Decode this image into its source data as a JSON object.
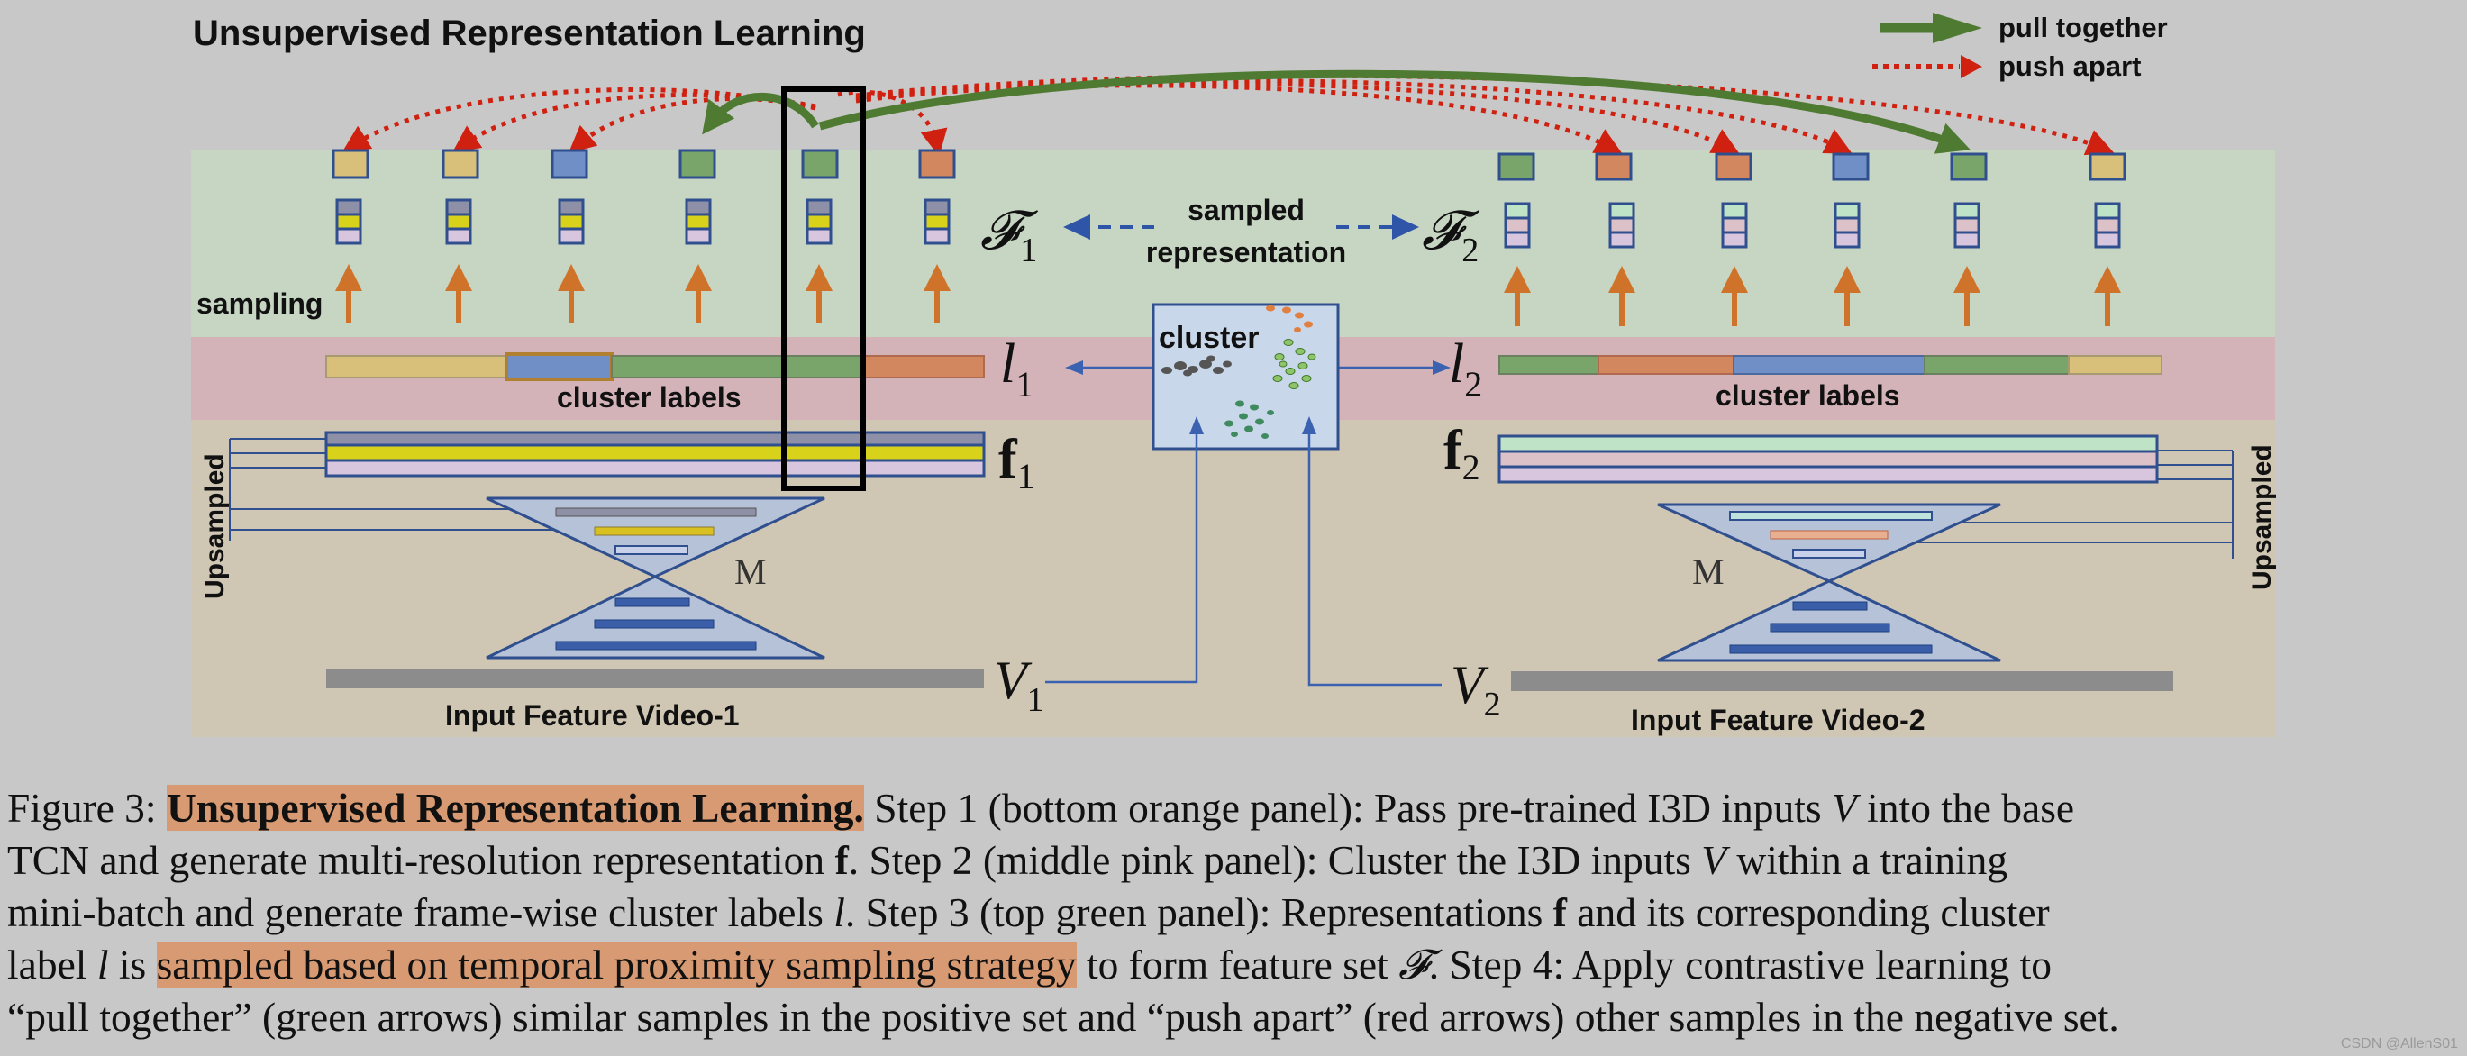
{
  "figure": {
    "title": "Unsupervised Representation Learning",
    "legend": {
      "pull": "pull together",
      "push": "push apart"
    },
    "sampling_label": "sampling",
    "sampled_rep_line1": "sampled",
    "sampled_rep_line2": "representation",
    "cluster_title": "cluster",
    "cluster_labels_1": "cluster labels",
    "cluster_labels_2": "cluster labels",
    "upsampled_left": "Upsampled",
    "upsampled_right": "Upsampled",
    "model_label_1": "M",
    "model_label_2": "M",
    "input_label_1": "Input Feature Video-1",
    "input_label_2": "Input Feature Video-2",
    "sym_F1": "𝓕",
    "sym_F1_sub": "1",
    "sym_F2": "𝓕",
    "sym_F2_sub": "2",
    "sym_l1": "l",
    "sym_l1_sub": "1",
    "sym_l2": "l",
    "sym_l2_sub": "2",
    "sym_f1": "f",
    "sym_f1_sub": "1",
    "sym_f2": "f",
    "sym_f2_sub": "2",
    "sym_V1": "V",
    "sym_V1_sub": "1",
    "sym_V2": "V",
    "sym_V2_sub": "2"
  },
  "caption": {
    "l1_pre": "Figure 3: ",
    "l1_hl": "Unsupervised Representation Learning.",
    "l1_post1": " Step 1 (bottom orange panel): Pass pre-trained I3D inputs ",
    "l1_V": "V",
    "l1_post2": " into the base",
    "l2_a": "TCN and generate multi-resolution representation ",
    "l2_f": "f",
    "l2_b": ". Step 2 (middle pink panel): Cluster the I3D inputs ",
    "l2_V": "V",
    "l2_c": " within a training",
    "l3_a": "mini-batch and generate frame-wise cluster labels ",
    "l3_l": "l",
    "l3_b": ". Step 3 (top green panel): Representations ",
    "l3_f": "f",
    "l3_c": " and its corresponding cluster",
    "l4_a": "label ",
    "l4_l": "l",
    "l4_b": " is ",
    "l4_hl": "sampled based on temporal proximity sampling strategy",
    "l4_c": " to form feature set ",
    "l4_F": "𝓕",
    "l4_d": ". Step 4: Apply contrastive learning to",
    "l5": "“pull together” (green arrows) similar samples in the positive set and “push apart” (red arrows) other samples in the negative set."
  },
  "watermark": "CSDN @AllenS01",
  "colors": {
    "panel_green": "#c7d6c3",
    "panel_pink": "#d3b3b8",
    "panel_orange": "#cfc6b3",
    "pull_arrow": "#4e7a32",
    "push_arrow": "#d02010",
    "sampling_arrow": "#d0732a",
    "box_blue": "#2f4f8f",
    "highlight": "#d79a72"
  }
}
